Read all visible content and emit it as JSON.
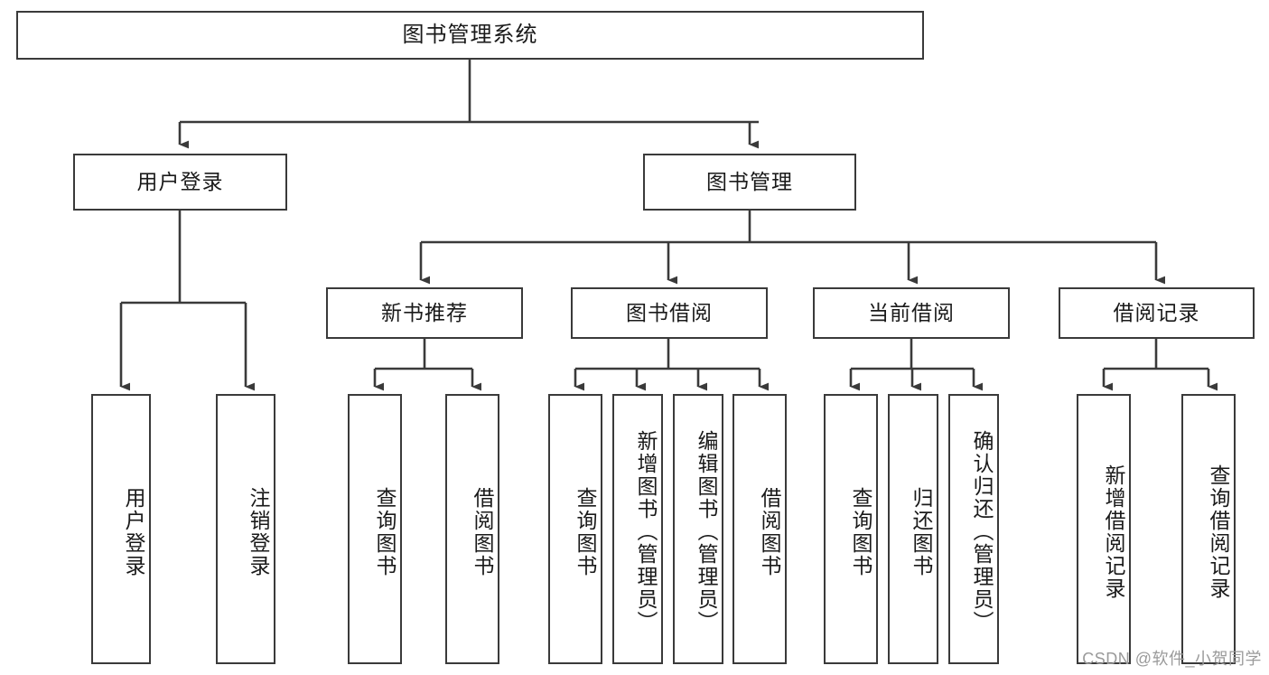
{
  "diagram": {
    "title": "图书管理系统",
    "type": "tree-hierarchy-diagram",
    "watermark": "CSDN @软件_小贺同学",
    "colors": {
      "stroke": "#3a3a3a",
      "fill": "#ffffff",
      "text": "#1a1a1a",
      "watermark": "#9a9a9a"
    },
    "nodes": {
      "root": {
        "label": "图书管理系统"
      },
      "level2": [
        {
          "id": "user-login",
          "label": "用户登录"
        },
        {
          "id": "book-manage",
          "label": "图书管理"
        }
      ],
      "level3": [
        {
          "id": "new-book-recommend",
          "label": "新书推荐"
        },
        {
          "id": "book-borrow",
          "label": "图书借阅"
        },
        {
          "id": "current-borrow",
          "label": "当前借阅"
        },
        {
          "id": "borrow-record",
          "label": "借阅记录"
        }
      ],
      "leaves": {
        "user_login": [
          {
            "id": "leaf-user-login",
            "label": "用户登录"
          },
          {
            "id": "leaf-logout",
            "label": "注销登录"
          }
        ],
        "new_book_recommend": [
          {
            "id": "leaf-query-book-1",
            "label": "查询图书"
          },
          {
            "id": "leaf-borrow-book-1",
            "label": "借阅图书"
          }
        ],
        "book_borrow": [
          {
            "id": "leaf-query-book-2",
            "label": "查询图书"
          },
          {
            "id": "leaf-add-book",
            "label": "新增图书（管理员）"
          },
          {
            "id": "leaf-edit-book",
            "label": "编辑图书（管理员）"
          },
          {
            "id": "leaf-borrow-book-2",
            "label": "借阅图书"
          }
        ],
        "current_borrow": [
          {
            "id": "leaf-query-book-3",
            "label": "查询图书"
          },
          {
            "id": "leaf-return-book",
            "label": "归还图书"
          },
          {
            "id": "leaf-confirm-return",
            "label": "确认归还（管理员）"
          }
        ],
        "borrow_record": [
          {
            "id": "leaf-add-record",
            "label": "新增借阅记录"
          },
          {
            "id": "leaf-query-record",
            "label": "查询借阅记录"
          }
        ]
      }
    }
  }
}
